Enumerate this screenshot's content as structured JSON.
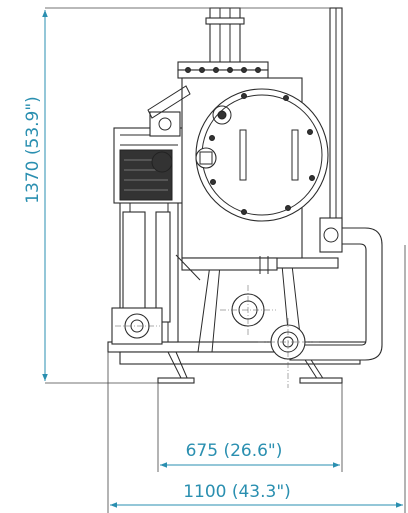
{
  "dimensions": {
    "height_label": "1370 (53.9\")",
    "inner_width_label": "675 (26.6\")",
    "outer_width_label": "1100 (43.3\")"
  },
  "colors": {
    "dimension": "#2a8fb0",
    "linework": "#2b2b2b",
    "background": "#ffffff"
  }
}
